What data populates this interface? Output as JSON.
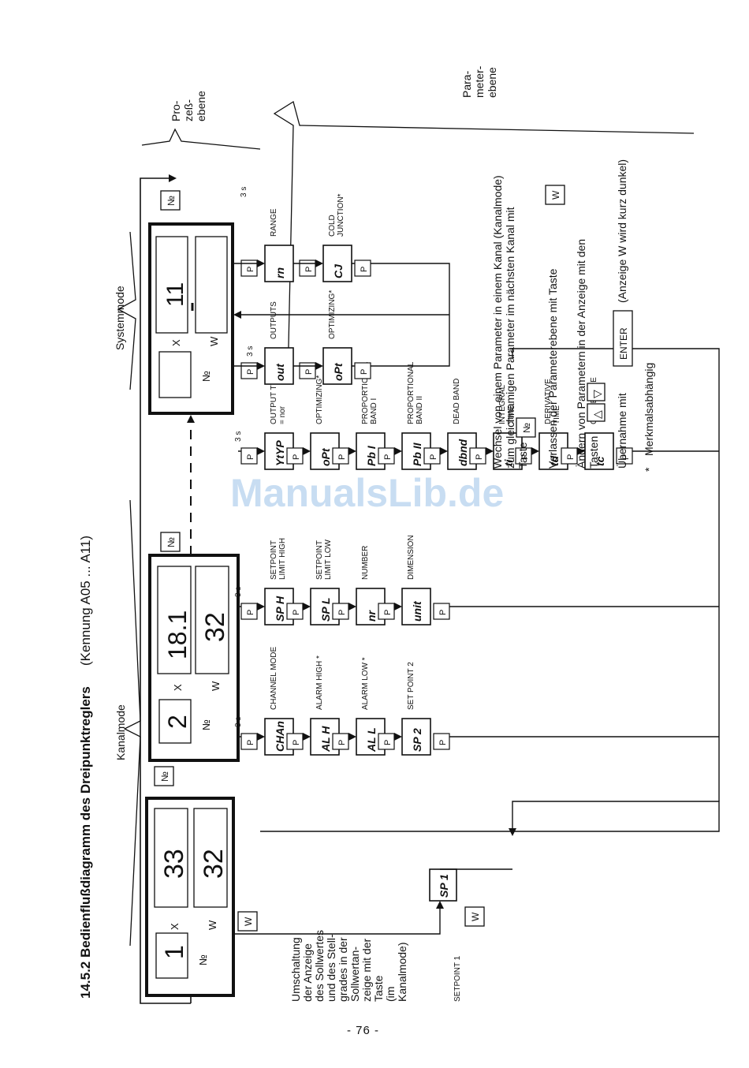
{
  "heading": {
    "number": "14.5.2",
    "title": "Bedienflußdiagramm des Dreipunktreglers",
    "subtitle": "(Kennung A05 ... A11)"
  },
  "levels": {
    "kanalmode": "Kanalmode",
    "systemmode": "Systemmode",
    "prozess": [
      "Pro-",
      "zeß-",
      "ebene"
    ],
    "parameter": [
      "Para-",
      "meter-",
      "ebene"
    ]
  },
  "keys": {
    "no": "№",
    "p": "P",
    "w": "W",
    "up": "△",
    "down": "▽",
    "enter": "ENTER",
    "hold": "3 s"
  },
  "display_labels": {
    "x": "X",
    "w": "W",
    "no": "№"
  },
  "displays": {
    "process": {
      "no": "1",
      "x": "33",
      "w": "32"
    },
    "channel": {
      "no": "2",
      "x": "18.1",
      "w": "32"
    },
    "system": {
      "x": "11"
    }
  },
  "setpoint1": {
    "code": "SP 1",
    "label": "SETPOINT 1"
  },
  "left_text": [
    "Umschaltung",
    "der Anzeige",
    "des Sollwertes",
    "und des Stell-",
    "grades in der",
    "Sollwertan-",
    "zeige mit der",
    "Taste",
    "(im",
    "Kanalmode)"
  ],
  "col1": [
    {
      "code": "CHAn",
      "label": "CHANNEL MODE"
    },
    {
      "code": "AL H",
      "label": "ALARM HIGH *"
    },
    {
      "code": "AL L",
      "label": "ALARM LOW *"
    },
    {
      "code": "SP 2",
      "label": "SET POINT 2"
    }
  ],
  "col2": [
    {
      "code": "SP H",
      "label": [
        "SETPOINT",
        "LIMIT HIGH"
      ]
    },
    {
      "code": "SP L",
      "label": [
        "SETPOINT",
        "LIMIT LOW"
      ]
    },
    {
      "code": "nr",
      "label": [
        "NUMBER"
      ]
    },
    {
      "code": "unit",
      "label": [
        "DIMENSION"
      ]
    }
  ],
  "col3": [
    {
      "code": "YtYP",
      "label": [
        "OUTPUT TYP",
        "= nor"
      ]
    },
    {
      "code": "oPt",
      "label": [
        "OPTIMIZING*"
      ]
    },
    {
      "code": "Pb I",
      "label": [
        "PROPORTIONAL",
        "BAND I"
      ]
    },
    {
      "code": "Pb II",
      "label": [
        "PROPORTIONAL",
        "BAND II"
      ]
    },
    {
      "code": "dbnd",
      "label": [
        "DEAD BAND"
      ]
    },
    {
      "code": "ti",
      "label": [
        "INTEGRAL",
        "TIME"
      ]
    },
    {
      "code": "td",
      "label": [
        "DERIVATIVE",
        "TIME"
      ]
    },
    {
      "code": "tc",
      "label": [
        "CYCLE TIME"
      ]
    }
  ],
  "sys": [
    {
      "code": "out",
      "label": "OUTPUTS"
    },
    {
      "code": "oPt",
      "label": "OPTIMIZING*"
    },
    {
      "code": "rn",
      "label": "RANGE"
    },
    {
      "code": "CJ",
      "label": [
        "COLD",
        "JUNCTION*"
      ]
    }
  ],
  "legend": {
    "l1": "Wechsel von einem Parameter in einem Kanal (Kanalmode)",
    "l2": "zum gleichnamigen Parameter im nächsten Kanal mit",
    "l3": "Taste",
    "l4": "Verlassen der Parameterebene mit Taste",
    "l5": "Ändern von Parametern in der Anzeige mit den",
    "l6": "Tasten",
    "l7": "Übernahme mit",
    "l8": "(Anzeige W wird kurz dunkel)",
    "l9": "Merkmalsabhängig"
  },
  "page_number": "- 76 -",
  "watermark": "ManualsLib.de"
}
